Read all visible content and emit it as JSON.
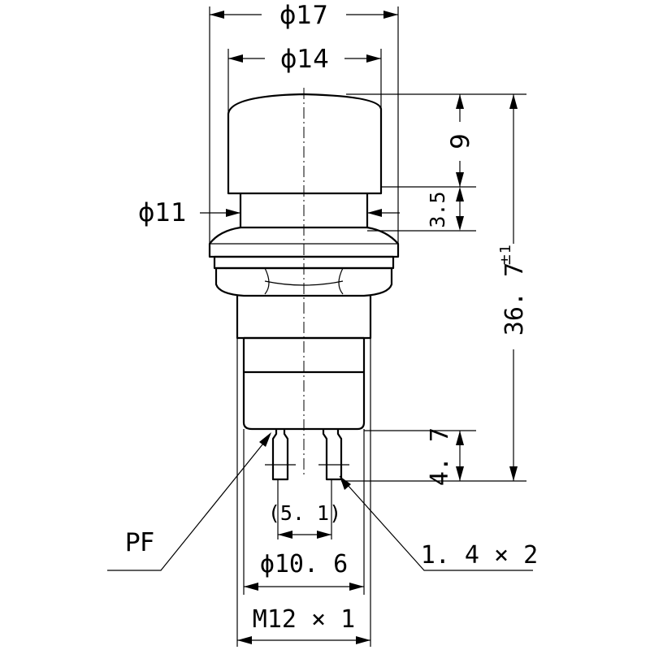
{
  "labels": {
    "dia_17": "ϕ17",
    "dia_14": "ϕ14",
    "dia_11": "ϕ11",
    "h_9": "9",
    "h_3_5": "3.5",
    "h_36_7": "36. 7",
    "h_36_7_tol": "±1",
    "h_4_7": "4. 7",
    "pitch_5_1": "(5. 1)",
    "dia_10_6": "ϕ10. 6",
    "thread_m12": "M12 × 1",
    "pf": "PF",
    "pin_1_4x2": "1. 4 × 2"
  }
}
